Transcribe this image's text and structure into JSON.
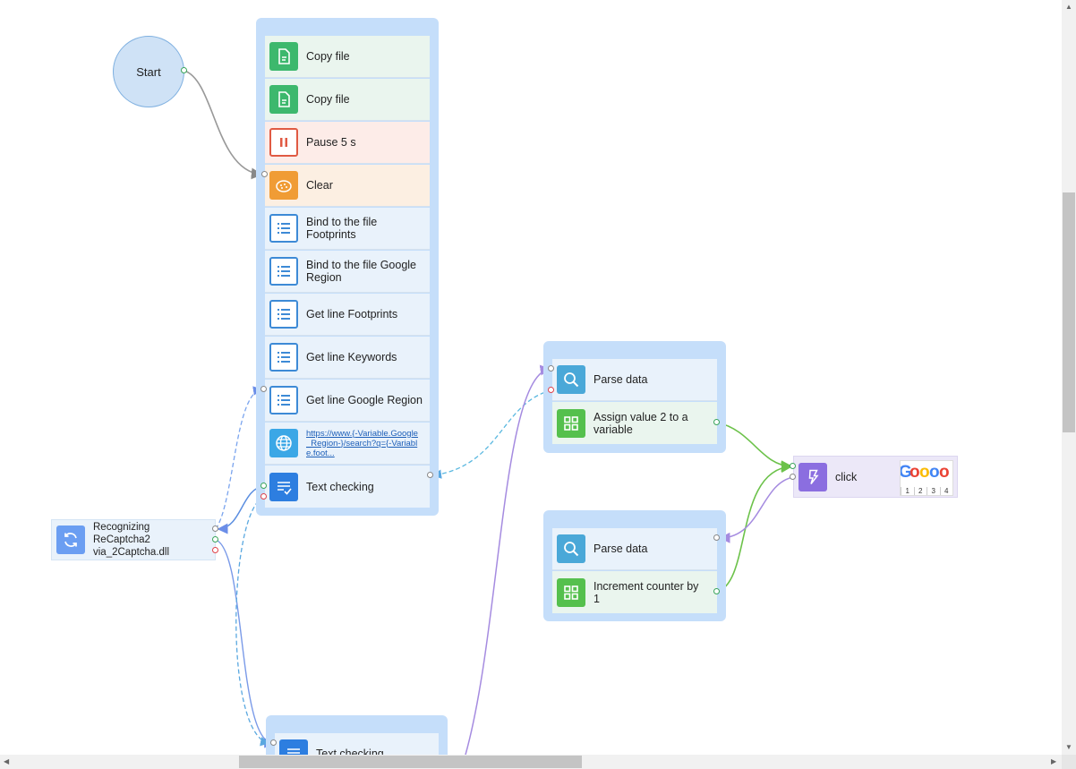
{
  "start": {
    "label": "Start"
  },
  "main_group": {
    "items": [
      {
        "label": "Copy file",
        "icon": "file-icon",
        "color": "#3db86d"
      },
      {
        "label": "Copy file",
        "icon": "file-icon",
        "color": "#3db86d"
      },
      {
        "label": "Pause 5 s",
        "icon": "pause-icon",
        "color": "#e05a43"
      },
      {
        "label": "Clear",
        "icon": "cookie-icon",
        "color": "#f09c35"
      },
      {
        "label": "Bind to the file Footprints",
        "icon": "list-icon",
        "color": "#3d8ad6"
      },
      {
        "label": "Bind to the file Google Region",
        "icon": "list-icon",
        "color": "#3d8ad6"
      },
      {
        "label": "Get line Footprints",
        "icon": "list-icon",
        "color": "#3d8ad6"
      },
      {
        "label": "Get line Keywords",
        "icon": "list-icon",
        "color": "#3d8ad6"
      },
      {
        "label": "Get line Google Region",
        "icon": "list-icon",
        "color": "#3d8ad6"
      },
      {
        "label": "https://www.{-Variable.Google_Region-}/search?q={-Variable.foot...",
        "icon": "globe-icon",
        "color": "#3ba7e6"
      },
      {
        "label": "Text checking",
        "icon": "text-check-icon",
        "color": "#2d7ee0"
      }
    ]
  },
  "captcha_node": {
    "label": "Recognizing ReCaptcha2 via_2Captcha.dll",
    "icon": "refresh-icon"
  },
  "parse_group_1": {
    "items": [
      {
        "label": "Parse data",
        "icon": "search-icon"
      },
      {
        "label": "Assign value 2 to a variable",
        "icon": "grid-icon"
      }
    ]
  },
  "parse_group_2": {
    "items": [
      {
        "label": "Parse data",
        "icon": "search-icon"
      },
      {
        "label": "Increment counter by 1",
        "icon": "grid-icon"
      }
    ]
  },
  "click_node": {
    "label": "click",
    "icon": "lightning-icon",
    "thumb_digits": [
      "1",
      "2",
      "3",
      "4"
    ]
  },
  "bottom_group": {
    "items": [
      {
        "label": "Text checking",
        "icon": "text-check-icon"
      }
    ]
  },
  "colors": {
    "success_link": "#6cc24a",
    "error_link": "#e0424a",
    "dashed_link": "#5aa8e0",
    "purple_link": "#a58be0",
    "group_bg": "#c5defa"
  }
}
